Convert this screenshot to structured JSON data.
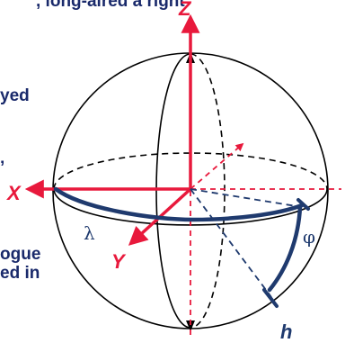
{
  "top_text": ", long-aired a right",
  "left_fragments": [
    "yed",
    "’",
    "ogue",
    "ed in"
  ],
  "axes": {
    "z": "Z",
    "x": "X",
    "y": "Y"
  },
  "symbols": {
    "lambda": "λ",
    "phi": "φ",
    "h": "h"
  },
  "colors": {
    "axis": "#e8193c",
    "arc": "#1f3a6e",
    "outline": "#000000"
  }
}
